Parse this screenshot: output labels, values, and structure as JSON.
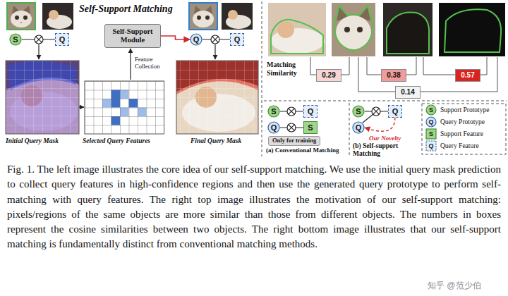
{
  "diagram": {
    "caption": "Fig. 1. The left image illustrates the core idea of our self-support matching. We use the initial query mask prediction to collect query features in high-confidence regions and then use the generated query prototype to perform self-matching with query features. The right top image illustrates the motivation of our self-support matching: pixels/regions of the same objects are more similar than those from different objects. The numbers in boxes represent the cosine similarities between two objects. The right bottom image illustrates that our self-support matching is fundamentally distinct from conventional matching methods.",
    "nodes": [
      {
        "text": [
          "S"
        ]
      },
      {
        "text": [
          "Q"
        ]
      },
      {
        "text": [
          "Self-Support Module"
        ]
      },
      {
        "text": [
          "Q"
        ]
      },
      {
        "text": [
          "Q"
        ]
      },
      {
        "text": [
          "0.29"
        ]
      },
      {
        "text": [
          "0.38"
        ]
      },
      {
        "text": [
          "0.14"
        ]
      },
      {
        "text": [
          "0.57"
        ]
      },
      {
        "text": [
          "S"
        ]
      },
      {
        "text": [
          "Q"
        ]
      },
      {
        "text": [
          "Q"
        ]
      },
      {
        "text": [
          "S"
        ]
      },
      {
        "text": [
          "Only for training"
        ]
      },
      {
        "text": [
          "S"
        ]
      },
      {
        "text": [
          "Q"
        ]
      },
      {
        "text": [
          "Q"
        ]
      }
    ],
    "edges": [
      {
        "from": 0,
        "to": 1,
        "arrow": "none"
      },
      {
        "from": 2,
        "to": 3,
        "arrow": "to"
      },
      {
        "from": 3,
        "to": 4,
        "arrow": "none"
      },
      {
        "from": 9,
        "to": 10,
        "arrow": "none"
      },
      {
        "from": 11,
        "to": 12,
        "arrow": "none"
      },
      {
        "from": 14,
        "to": 15,
        "arrow": "none"
      },
      {
        "from": 15,
        "to": 16,
        "label": "Our Novelty",
        "arrow": "to"
      }
    ],
    "labels": [
      "Self-Support Matching",
      "Feature Collection",
      "Initial Query Mask",
      "Selected Query Features",
      "Final Query Mask",
      "Matching Similarity",
      "(a) Conventional Matching",
      "(b) Self-support Matching",
      "S",
      "Q",
      "S",
      "Q",
      "知乎 @范少伯"
    ],
    "legend": [
      {
        "text": "Support Prototype"
      },
      {
        "text": "Query Prototype"
      },
      {
        "text": "Support Feature"
      },
      {
        "text": "Query Feature"
      }
    ]
  }
}
